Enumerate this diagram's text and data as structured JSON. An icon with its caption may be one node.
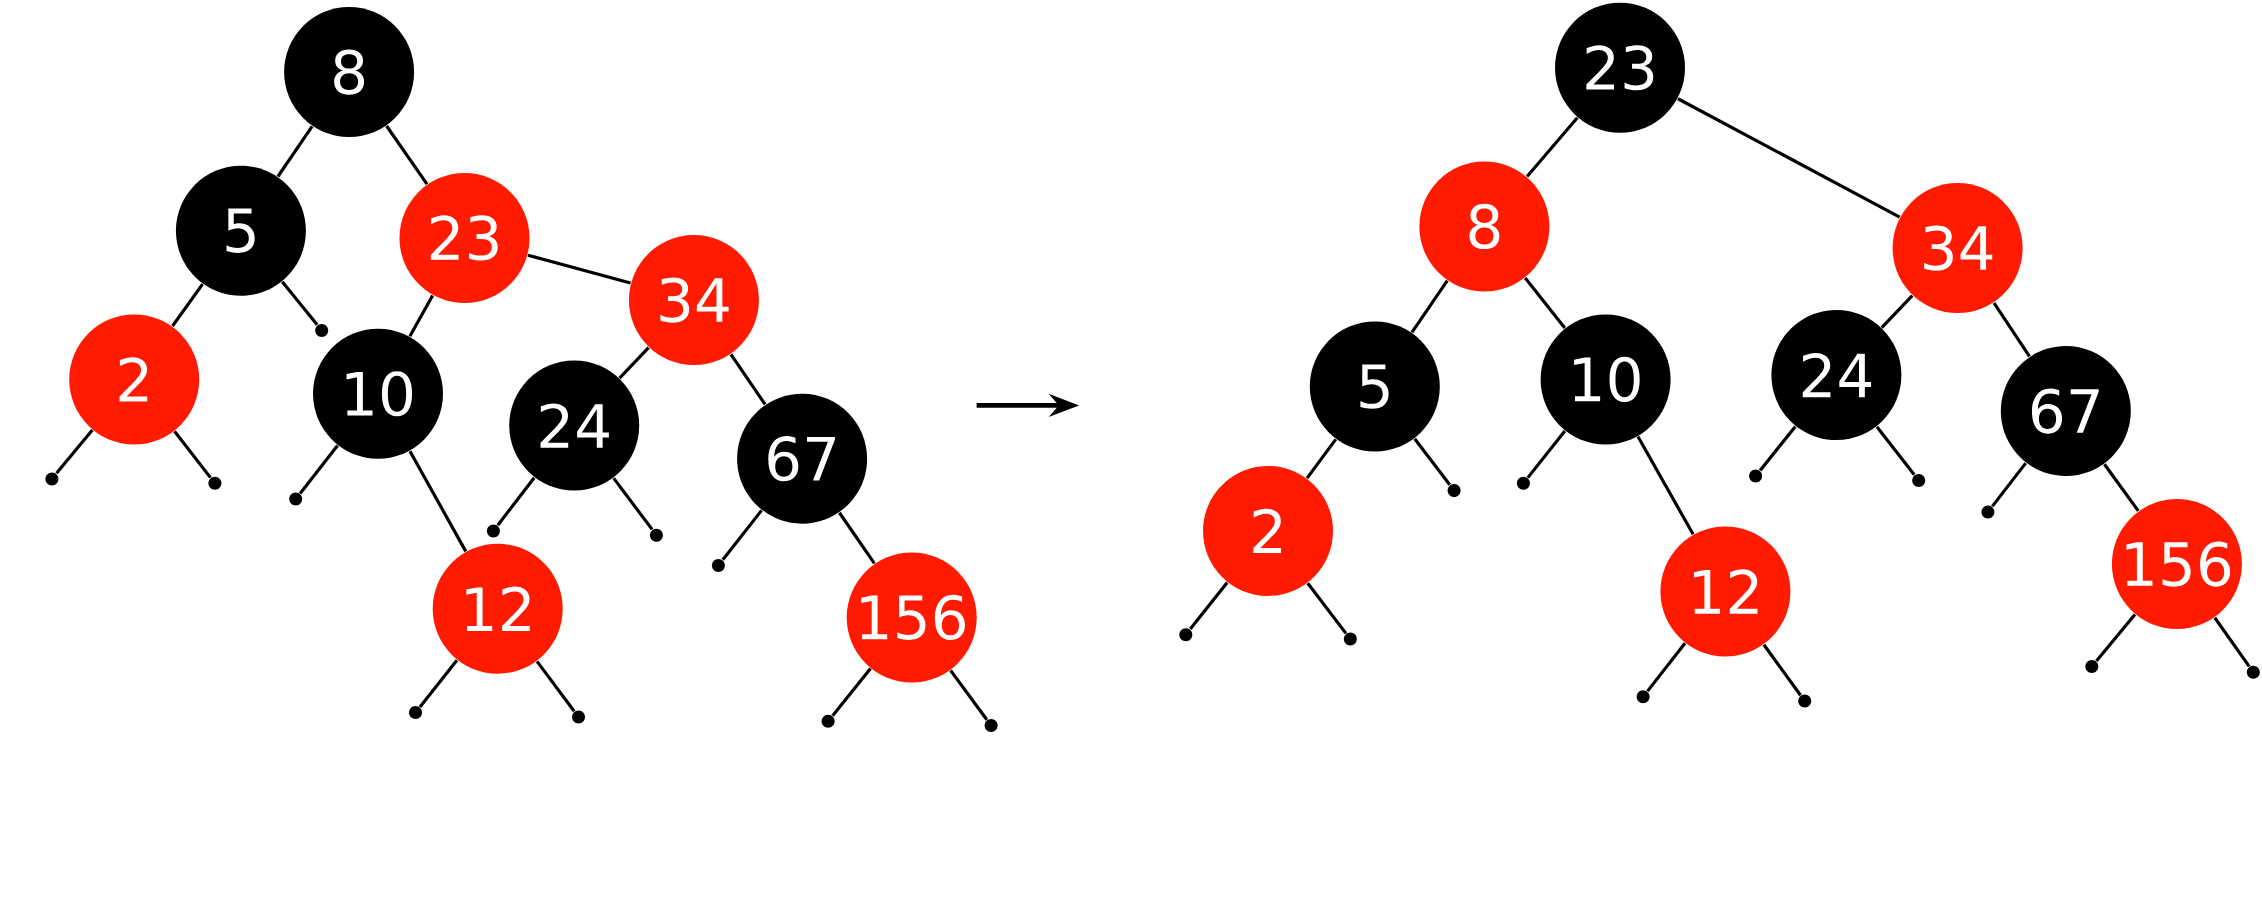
{
  "diagram": {
    "nodes": [
      {
        "text": [
          "8"
        ]
      },
      {
        "text": [
          "5"
        ]
      },
      {
        "text": [
          "23"
        ]
      },
      {
        "text": [
          "2"
        ]
      },
      {
        "text": [
          "10"
        ]
      },
      {
        "text": [
          "34"
        ]
      },
      {
        "text": [
          "24"
        ]
      },
      {
        "text": [
          "67"
        ]
      },
      {
        "text": [
          "12"
        ]
      },
      {
        "text": [
          "156"
        ]
      },
      {
        "text": [],
        "shape": "circle"
      },
      {
        "text": [],
        "shape": "circle"
      },
      {
        "text": [],
        "shape": "circle"
      },
      {
        "text": [],
        "shape": "circle"
      },
      {
        "text": [],
        "shape": "circle"
      },
      {
        "text": [],
        "shape": "circle"
      },
      {
        "text": [],
        "shape": "circle"
      },
      {
        "text": [],
        "shape": "circle"
      },
      {
        "text": [],
        "shape": "circle"
      },
      {
        "text": [],
        "shape": "circle"
      },
      {
        "text": [],
        "shape": "circle"
      },
      {
        "text": [
          "23"
        ]
      },
      {
        "text": [
          "8"
        ]
      },
      {
        "text": [
          "34"
        ]
      },
      {
        "text": [
          "5"
        ]
      },
      {
        "text": [
          "10"
        ]
      },
      {
        "text": [
          "24"
        ]
      },
      {
        "text": [
          "67"
        ]
      },
      {
        "text": [
          "2"
        ]
      },
      {
        "text": [
          "12"
        ]
      },
      {
        "text": [
          "156"
        ]
      },
      {
        "text": [],
        "shape": "circle"
      },
      {
        "text": [],
        "shape": "circle"
      },
      {
        "text": [],
        "shape": "circle"
      },
      {
        "text": [],
        "shape": "circle"
      },
      {
        "text": [],
        "shape": "circle"
      },
      {
        "text": [],
        "shape": "circle"
      },
      {
        "text": [],
        "shape": "circle"
      },
      {
        "text": [],
        "shape": "circle"
      },
      {
        "text": [],
        "shape": "circle"
      },
      {
        "text": [],
        "shape": "circle"
      },
      {
        "text": [],
        "shape": "circle"
      }
    ],
    "edges": [
      {
        "from": 0,
        "to": 1,
        "arrow": "none"
      },
      {
        "from": 0,
        "to": 2,
        "arrow": "none"
      },
      {
        "from": 1,
        "to": 3,
        "arrow": "none"
      },
      {
        "from": 1,
        "to": 12,
        "arrow": "none"
      },
      {
        "from": 2,
        "to": 4,
        "arrow": "none"
      },
      {
        "from": 2,
        "to": 5,
        "arrow": "none"
      },
      {
        "from": 3,
        "to": 10,
        "arrow": "none"
      },
      {
        "from": 3,
        "to": 11,
        "arrow": "none"
      },
      {
        "from": 4,
        "to": 13,
        "arrow": "none"
      },
      {
        "from": 4,
        "to": 8,
        "arrow": "none"
      },
      {
        "from": 5,
        "to": 6,
        "arrow": "none"
      },
      {
        "from": 5,
        "to": 7,
        "arrow": "none"
      },
      {
        "from": 6,
        "to": 14,
        "arrow": "none"
      },
      {
        "from": 6,
        "to": 15,
        "arrow": "none"
      },
      {
        "from": 7,
        "to": 16,
        "arrow": "none"
      },
      {
        "from": 7,
        "to": 9,
        "arrow": "none"
      },
      {
        "from": 8,
        "to": 17,
        "arrow": "none"
      },
      {
        "from": 8,
        "to": 18,
        "arrow": "none"
      },
      {
        "from": 9,
        "to": 19,
        "arrow": "none"
      },
      {
        "from": 9,
        "to": 20,
        "arrow": "none"
      },
      {
        "from": 21,
        "to": 22,
        "arrow": "none"
      },
      {
        "from": 21,
        "to": 23,
        "arrow": "none"
      },
      {
        "from": 22,
        "to": 24,
        "arrow": "none"
      },
      {
        "from": 22,
        "to": 25,
        "arrow": "none"
      },
      {
        "from": 23,
        "to": 26,
        "arrow": "none"
      },
      {
        "from": 23,
        "to": 27,
        "arrow": "none"
      },
      {
        "from": 24,
        "to": 28,
        "arrow": "none"
      },
      {
        "from": 24,
        "to": 33,
        "arrow": "none"
      },
      {
        "from": 25,
        "to": 34,
        "arrow": "none"
      },
      {
        "from": 25,
        "to": 29,
        "arrow": "none"
      },
      {
        "from": 26,
        "to": 35,
        "arrow": "none"
      },
      {
        "from": 26,
        "to": 36,
        "arrow": "none"
      },
      {
        "from": 27,
        "to": 37,
        "arrow": "none"
      },
      {
        "from": 27,
        "to": 30,
        "arrow": "none"
      },
      {
        "from": 28,
        "to": 31,
        "arrow": "none"
      },
      {
        "from": 28,
        "to": 32,
        "arrow": "none"
      },
      {
        "from": 29,
        "to": 38,
        "arrow": "none"
      },
      {
        "from": 29,
        "to": 39,
        "arrow": "none"
      },
      {
        "from": 30,
        "to": 40,
        "arrow": "none"
      },
      {
        "from": 30,
        "to": 41,
        "arrow": "none"
      }
    ]
  }
}
